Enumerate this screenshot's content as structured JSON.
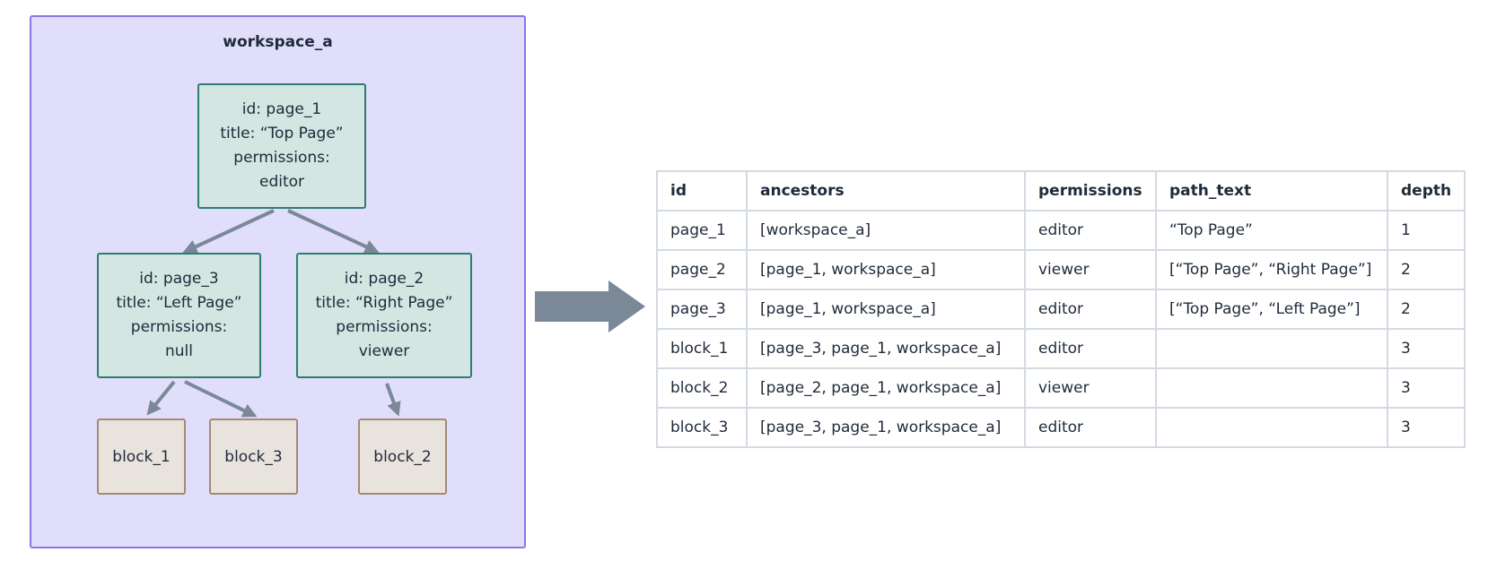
{
  "workspace": {
    "title": "workspace_a",
    "pages": [
      {
        "id_line": "id: page_1",
        "title_line": "title: “Top Page”",
        "perm_label": "permissions:",
        "perm_value": "editor"
      },
      {
        "id_line": "id: page_3",
        "title_line": "title: “Left Page”",
        "perm_label": "permissions:",
        "perm_value": "null"
      },
      {
        "id_line": "id: page_2",
        "title_line": "title: “Right Page”",
        "perm_label": "permissions:",
        "perm_value": "viewer"
      }
    ],
    "blocks": [
      "block_1",
      "block_3",
      "block_2"
    ]
  },
  "colors": {
    "workspace_fill": "#e1defc",
    "workspace_border": "#8b76e8",
    "page_fill": "#d3e6e1",
    "page_border": "#2f7d6e",
    "block_fill": "#e8e3dc",
    "block_border": "#a48a74",
    "arrow": "#7a8898"
  },
  "table": {
    "headers": [
      "id",
      "ancestors",
      "permissions",
      "path_text",
      "depth"
    ],
    "rows": [
      [
        "page_1",
        "[workspace_a]",
        "editor",
        "“Top Page”",
        "1"
      ],
      [
        "page_2",
        "[page_1, workspace_a]",
        "viewer",
        "[“Top Page”, “Right Page”]",
        "2"
      ],
      [
        "page_3",
        "[page_1, workspace_a]",
        "editor",
        "[“Top Page”, “Left Page”]",
        "2"
      ],
      [
        "block_1",
        "[page_3, page_1, workspace_a]",
        "editor",
        "",
        "3"
      ],
      [
        "block_2",
        "[page_2, page_1, workspace_a]",
        "viewer",
        "",
        "3"
      ],
      [
        "block_3",
        "[page_3, page_1, workspace_a]",
        "editor",
        "",
        "3"
      ]
    ]
  }
}
